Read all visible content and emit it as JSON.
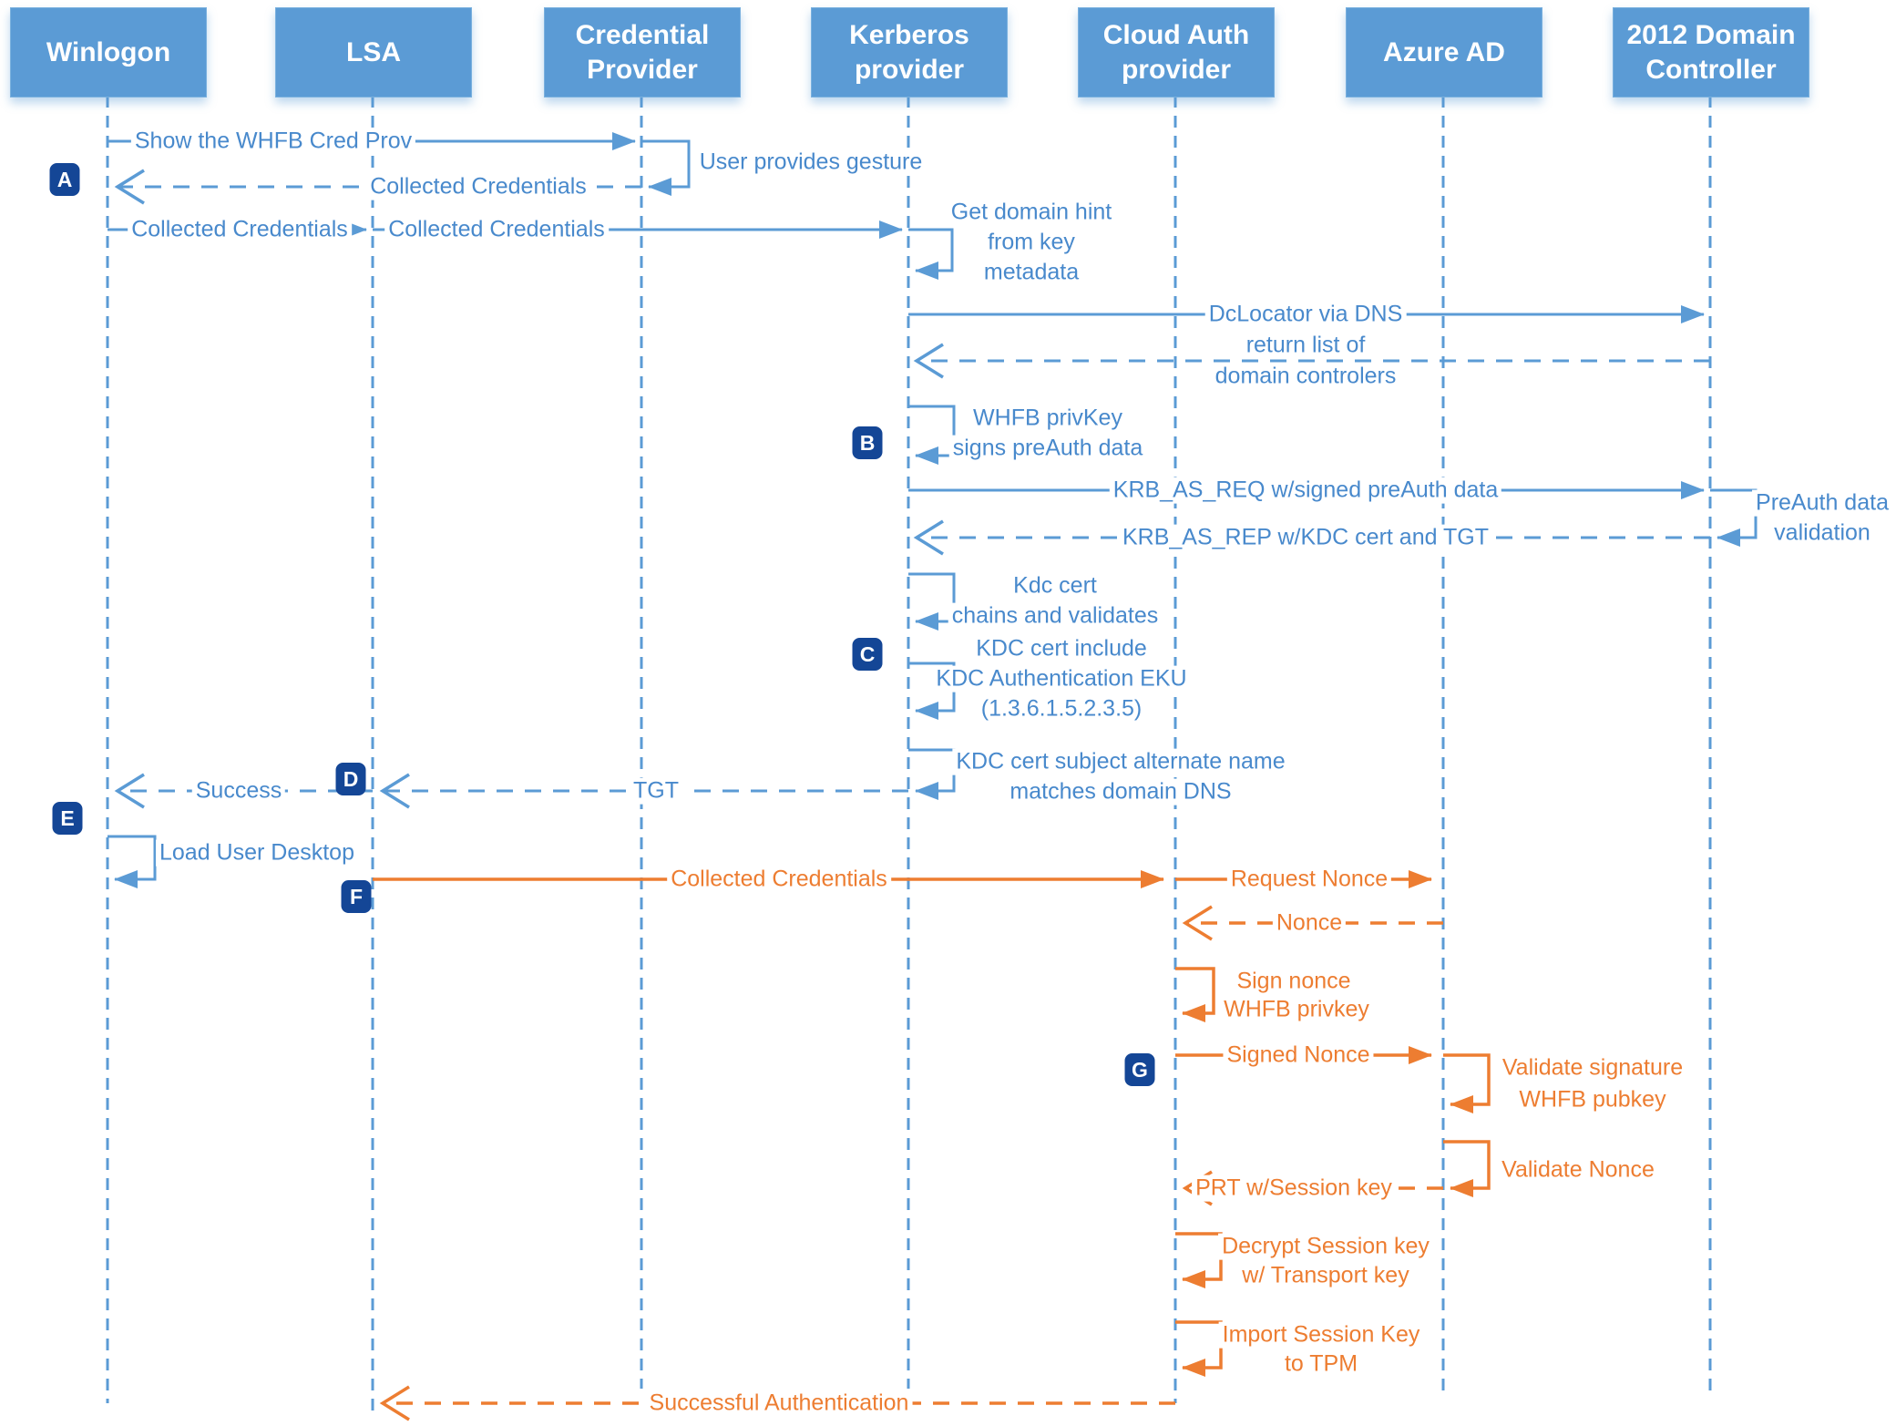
{
  "diagram": {
    "type": "sequence-diagram",
    "colors": {
      "blue": "#5B9BD5",
      "blue_text": "#4889CC",
      "orange": "#ED7D31",
      "badge_bg": "#144696",
      "background": "#FFFFFF"
    },
    "actors": [
      {
        "id": "winlogon",
        "lines": [
          "Winlogon"
        ]
      },
      {
        "id": "lsa",
        "lines": [
          "LSA"
        ]
      },
      {
        "id": "credential-provider",
        "lines": [
          "Credential",
          "Provider"
        ]
      },
      {
        "id": "kerberos-provider",
        "lines": [
          "Kerberos",
          "provider"
        ]
      },
      {
        "id": "cloud-auth-provider",
        "lines": [
          "Cloud Auth",
          "provider"
        ]
      },
      {
        "id": "azure-ad",
        "lines": [
          "Azure AD"
        ]
      },
      {
        "id": "domain-controller-2012",
        "lines": [
          "2012 Domain",
          "Controller"
        ]
      }
    ],
    "step_badges": [
      "A",
      "B",
      "C",
      "D",
      "E",
      "F",
      "G"
    ],
    "messages": {
      "show_whfb_cred_prov": "Show the WHFB Cred Prov",
      "user_provides_gesture": "User provides gesture",
      "collected_credentials_return": "Collected Credentials",
      "collected_credentials_to_lsa": "Collected Credentials",
      "collected_credentials_to_kerberos": "Collected Credentials",
      "get_domain_hint": [
        "Get domain hint",
        "from key",
        "metadata"
      ],
      "dclocator_via_dns": "DcLocator via DNS",
      "return_list_of_dcs": [
        "return list of",
        "domain controlers"
      ],
      "whfb_privkey_signs": [
        "WHFB privKey",
        "signs preAuth data"
      ],
      "krb_as_req": "KRB_AS_REQ w/signed preAuth data",
      "preauth_data_validation": [
        "PreAuth data",
        "validation"
      ],
      "krb_as_rep": "KRB_AS_REP w/KDC cert and TGT",
      "kdc_cert_chains": [
        "Kdc cert",
        "chains and validates"
      ],
      "kdc_cert_eku": [
        "KDC cert include",
        "KDC Authentication EKU",
        "(1.3.6.1.5.2.3.5)"
      ],
      "kdc_cert_san": [
        "KDC cert subject alternate name",
        "matches domain DNS"
      ],
      "tgt": "TGT",
      "success": "Success",
      "load_user_desktop": "Load User Desktop",
      "collected_credentials_cloud": "Collected Credentials",
      "request_nonce": "Request Nonce",
      "nonce": "Nonce",
      "sign_nonce": [
        "Sign nonce",
        "WHFB privkey"
      ],
      "signed_nonce": "Signed Nonce",
      "validate_signature": [
        "Validate signature",
        "WHFB pubkey"
      ],
      "validate_nonce": "Validate Nonce",
      "prt_w_session_key": "PRT w/Session key",
      "decrypt_session_key": [
        "Decrypt Session key",
        "w/ Transport key"
      ],
      "import_session_key": [
        "Import Session Key",
        "to TPM"
      ],
      "successful_authentication": "Successful Authentication"
    }
  }
}
